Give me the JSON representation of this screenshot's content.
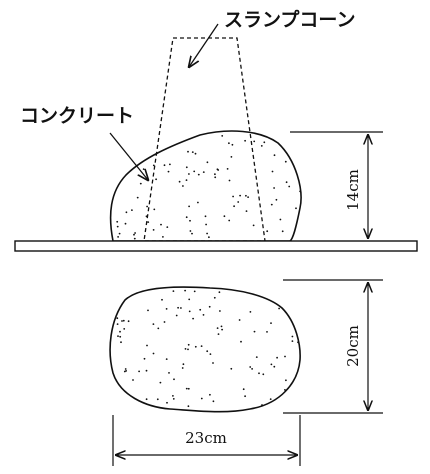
{
  "labels": {
    "cone": "スランプコーン",
    "concrete": "コンクリート",
    "height": "14cm",
    "depth": "20cm",
    "width": "23cm"
  },
  "colors": {
    "ink": "#111111",
    "background": "#ffffff"
  }
}
